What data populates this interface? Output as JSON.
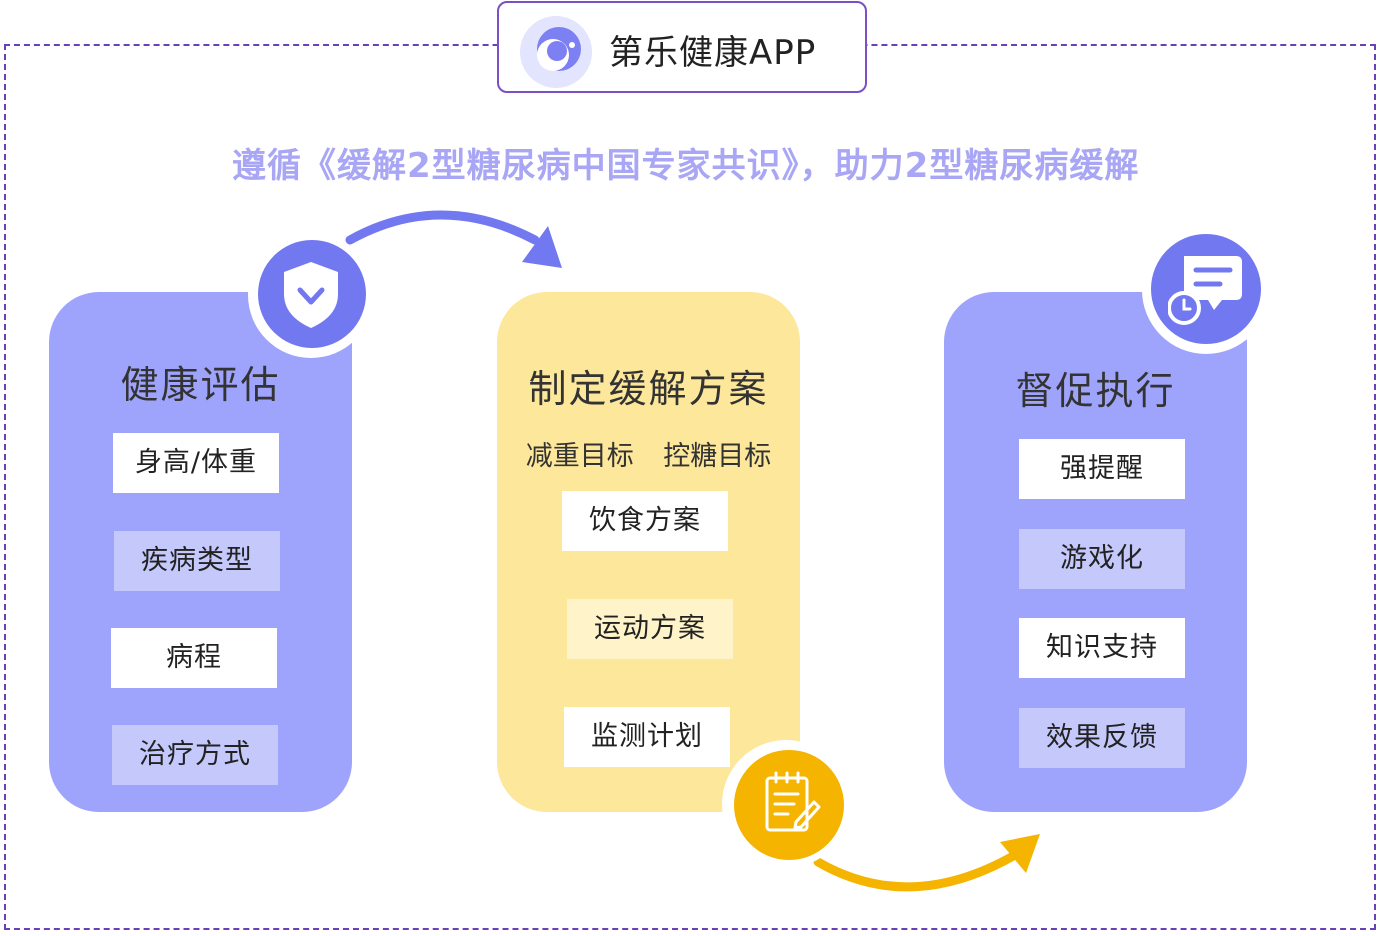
{
  "app": {
    "title": "第乐健康APP",
    "logo_icon": "app-logo-icon"
  },
  "subtitle": "遵循《缓解2型糖尿病中国专家共识》，助力2型糖尿病缓解",
  "colors": {
    "purple": "#7278f0",
    "lavender": "#9ea3fb",
    "yellow": "#fde79b",
    "gold": "#f4b400",
    "frame": "#6a3fb8"
  },
  "panels": {
    "assessment": {
      "title": "健康评估",
      "icon": "shield-check-icon",
      "items": [
        "身高/体重",
        "疾病类型",
        "病程",
        "治疗方式"
      ]
    },
    "plan": {
      "title": "制定缓解方案",
      "icon": "notepad-pen-icon",
      "goals": [
        "减重目标",
        "控糖目标"
      ],
      "items": [
        "饮食方案",
        "运动方案",
        "监测计划"
      ]
    },
    "execution": {
      "title": "督促执行",
      "icon": "chat-clock-icon",
      "items": [
        "强提醒",
        "游戏化",
        "知识支持",
        "效果反馈"
      ]
    }
  }
}
